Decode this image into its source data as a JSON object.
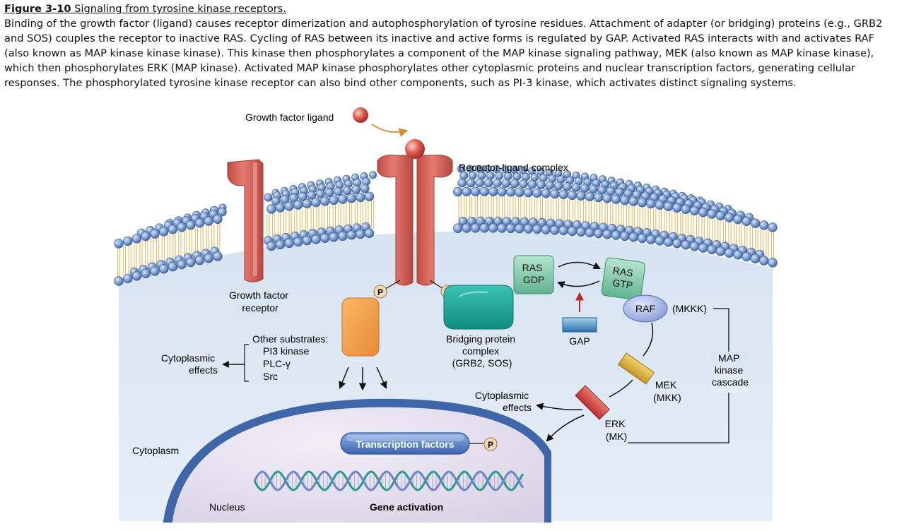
{
  "caption": {
    "figure_number": "Figure 3-10",
    "figure_title": "Signaling from tyrosine kinase receptors.",
    "text": "Binding of the growth factor (ligand) causes receptor dimerization and autophosphorylation of tyrosine residues. Attachment of adapter (or bridging) proteins (e.g., GRB2 and SOS) couples the receptor to inactive RAS. Cycling of RAS between its inactive and active forms is regulated by GAP. Activated RAS interacts with and activates RAF (also known as MAP kinase kinase kinase). This kinase then phosphorylates a component of the MAP kinase signaling pathway, MEK (also known as MAP kinase kinase), which then phosphorylates ERK (MAP kinase). Activated MAP kinase phosphorylates other cytoplasmic proteins and nuclear transcription factors, generating cellular responses. The phosphorylated tyrosine kinase receptor can also bind other components, such as PI-3 kinase, which activates distinct signaling systems."
  },
  "labels": {
    "growth_factor_ligand": "Growth factor ligand",
    "receptor_ligand_complex": "Receptor-ligand complex",
    "growth_factor_receptor": [
      "Growth factor",
      "receptor"
    ],
    "phospho": "P",
    "ras_gdp": [
      "RAS",
      "GDP"
    ],
    "ras_gtp": [
      "RAS",
      "GTP"
    ],
    "raf": "RAF",
    "mkkk": "(MKKK)",
    "gap": "GAP",
    "map_kinase_cascade": [
      "MAP",
      "kinase",
      "cascade"
    ],
    "mek": [
      "MEK",
      "(MKK)"
    ],
    "erk": [
      "ERK",
      "(MK)"
    ],
    "other_substrates_title": "Other substrates:",
    "other_substrates": [
      "PI3 kinase",
      "PLC-γ",
      "Src"
    ],
    "cytoplasmic_effects_left": [
      "Cytoplasmic",
      "effects"
    ],
    "cytoplasmic_effects_right": [
      "Cytoplasmic",
      "effects"
    ],
    "bridging_protein": [
      "Bridging protein",
      "complex",
      "(GRB2, SOS)"
    ],
    "cytoplasm": "Cytoplasm",
    "nucleus": "Nucleus",
    "transcription_factors": "Transcription factors",
    "gene_activation": "Gene activation"
  },
  "colors": {
    "receptor": "#d9645a",
    "receptor_dark": "#b94a42",
    "ligand": "#d94848",
    "membrane_head": "#6f93c8",
    "cytoplasm": "#dde8f3",
    "nucleus": "#e6e0ee",
    "nuclear_envelope": "#3f66a8",
    "bridging": "#1fa89a",
    "substrate": "#f3a04c",
    "ras": "#8fd0b2",
    "raf": "#a4b4e4",
    "mek": "#e0b83c",
    "erk": "#d9484a",
    "gap": "#4d8fc8",
    "phospho": "#f7dcb8",
    "dna_a": "#2b9a8e",
    "dna_b": "#6e84c4"
  }
}
